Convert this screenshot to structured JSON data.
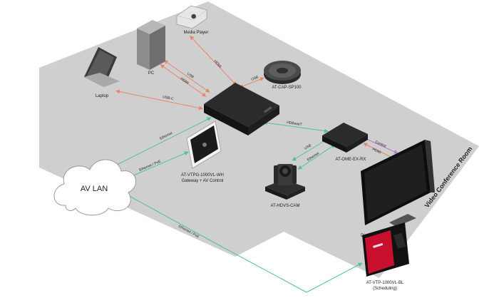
{
  "room_label": "Video Conference Room",
  "cloud_label": "AV LAN",
  "devices": {
    "media_player": "Media Player",
    "pc": "PC",
    "laptop": "Laptop",
    "speakerphone": "AT-CAP-SP100",
    "receiver": "AT-OME-EX-RX",
    "camera": "AT-HDVS-CAM",
    "touch_panel_model": "AT-VTPG-1000VL-WH",
    "touch_panel_role": "Gateway + AV Control",
    "display": "Display",
    "scheduler_model": "AT-VTP-1000VL-BL",
    "scheduler_role": "(Scheduling)"
  },
  "cables": {
    "media_hdmi": "HDMI",
    "pc_usb": "USB",
    "pc_hdmi": "HDMI",
    "laptop_usbc": "USB-C",
    "speaker_usb": "USB",
    "hdbaset": "HDBaseT",
    "cam_usb": "USB",
    "cam_ethernet": "Ethernet",
    "rx_control": "Control",
    "rx_hdmi": "HDMI",
    "lan_ethernet": "Ethernet",
    "panel_poe": "Ethernet / PoE",
    "sched_poe": "Ethernet / PoE"
  },
  "colors": {
    "floor": "#cfcfcf",
    "hdmi_line": "#e8866a",
    "ethernet_line": "#4fc48d",
    "control_line": "#b07cc6",
    "device_dark": "#1d1d1d",
    "accent_red": "#c8102e"
  }
}
